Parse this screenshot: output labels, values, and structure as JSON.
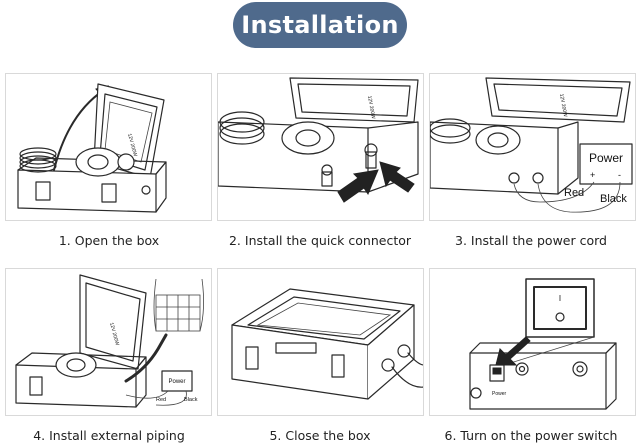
{
  "title": "Installation",
  "steps": [
    {
      "caption": "1. Open the box"
    },
    {
      "caption": "2. Install the quick connector"
    },
    {
      "caption": "3. Install the power cord"
    },
    {
      "caption": "4. Install external piping"
    },
    {
      "caption": "5. Close the box"
    },
    {
      "caption": "6. Turn on the power switch"
    }
  ],
  "power_label": "Power",
  "red_label": "Red",
  "black_label": "Black",
  "plus_sign": "+",
  "minus_sign": "-",
  "switch_off_glyph": "I",
  "switch_on_glyph": "O",
  "small_power_label": "Power",
  "lid_text": "12V 200W",
  "colors": {
    "title_bg": "#4f6a8c",
    "title_text": "#ffffff"
  }
}
